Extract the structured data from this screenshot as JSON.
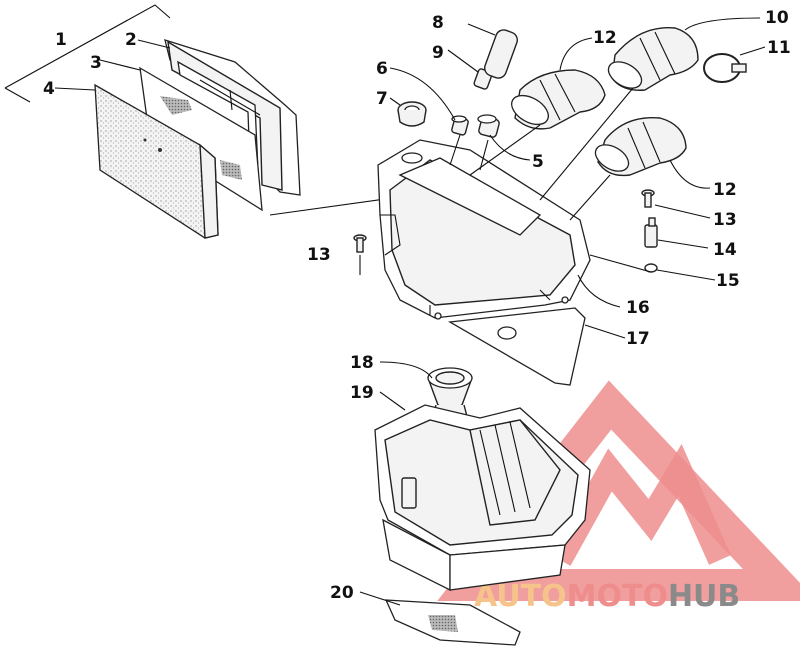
{
  "diagram": {
    "callouts": [
      "1",
      "2",
      "3",
      "4",
      "5",
      "6",
      "7",
      "8",
      "9",
      "10",
      "11",
      "12",
      "12",
      "13",
      "13",
      "14",
      "15",
      "16",
      "17",
      "18",
      "19",
      "20"
    ]
  },
  "watermark": {
    "part1": "AUTO",
    "part2": "MOTO",
    "part3": "HUB",
    "colors": {
      "triangle": "#ef8d8d",
      "auto": "#f6c48a",
      "moto": "#ef8d8d",
      "hub": "#8a8a8a"
    }
  }
}
